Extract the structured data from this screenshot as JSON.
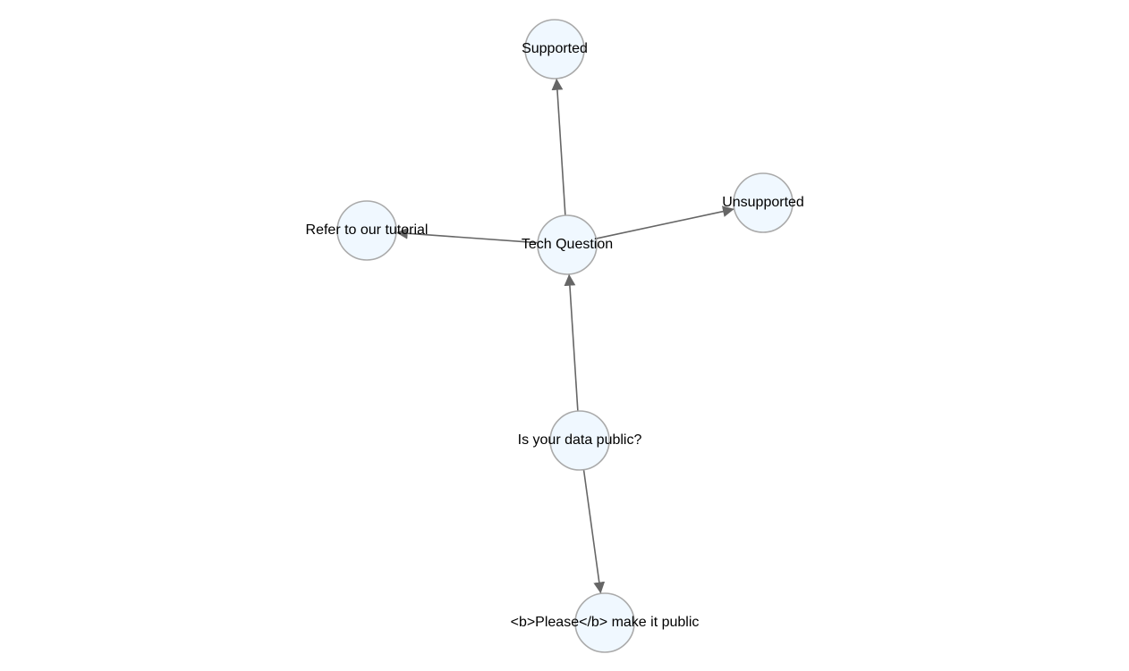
{
  "colors": {
    "node_fill": "#f0f8ff",
    "node_stroke": "#aaaaaa",
    "edge": "#666666"
  },
  "nodes": [
    {
      "id": "supported",
      "label": "Supported"
    },
    {
      "id": "unsupported",
      "label": "Unsupported"
    },
    {
      "id": "tutorial",
      "label": "Refer to our tutorial"
    },
    {
      "id": "tech",
      "label": "Tech Question"
    },
    {
      "id": "public",
      "label": "Is your data public?"
    },
    {
      "id": "please",
      "label": "<b>Please</b> make it public"
    }
  ],
  "edges": [
    {
      "from": "tech",
      "to": "supported"
    },
    {
      "from": "tech",
      "to": "unsupported"
    },
    {
      "from": "tech",
      "to": "tutorial"
    },
    {
      "from": "public",
      "to": "tech"
    },
    {
      "from": "public",
      "to": "please"
    }
  ]
}
